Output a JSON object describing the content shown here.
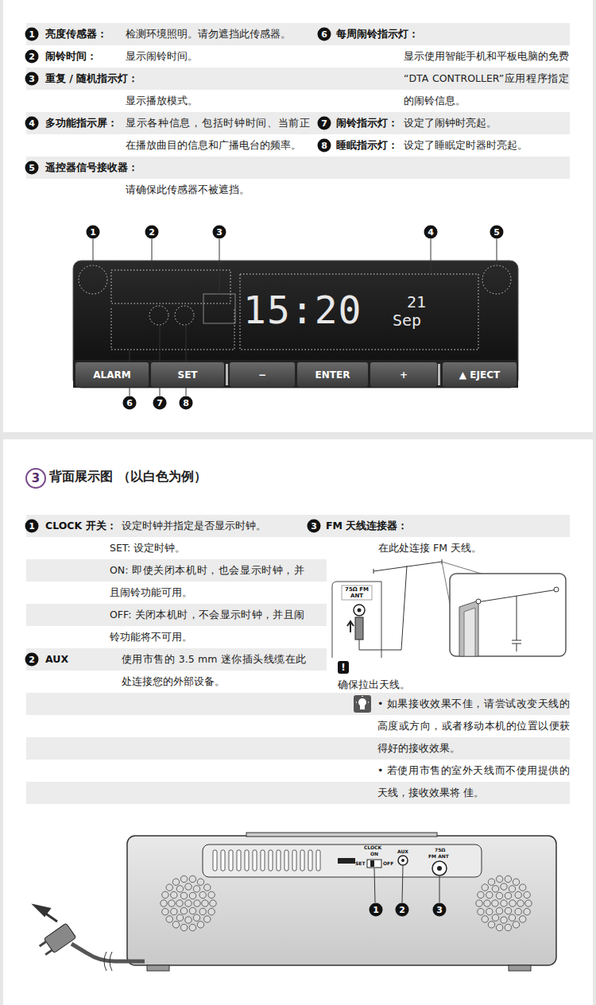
{
  "diagram": {
    "title": "背面展示图 （以白色为例）",
    "nodes": [
      {
        "text": [
          "ALARM"
        ]
      },
      {
        "text": [
          "SET"
        ]
      },
      {
        "text": [
          "−"
        ]
      },
      {
        "text": [
          "ENTER"
        ]
      },
      {
        "text": [
          "+"
        ]
      },
      {
        "text": [
          "▲ EJECT"
        ]
      }
    ],
    "labels": [
      "1",
      "亮度传感器：",
      "检测环境照明。请勿遮挡此传感器。",
      "2",
      "闹铃时间：",
      "显示闹铃时间。",
      "3",
      "重复 / 随机指示灯：",
      "显示播放模式。",
      "4",
      "多功能指示屏：",
      "显示各种信息，包括时钟时间、当前正在播放曲目的信息和广播电台的频率。",
      "5",
      "遥控器信号接收器：",
      "请确保此传感器不被遮挡。",
      "6",
      "每周闹铃指示灯：",
      "显示使用智能手机和平板电脑的免费“DTA CONTROLLER”应用程序指定的闹铃信息。",
      "7",
      "闹铃指示灯：",
      "设定了闹钟时亮起。",
      "8",
      "睡眠指示灯：",
      "设定了睡眠定时器时亮起。",
      "1",
      "2",
      "3",
      "4",
      "5",
      "6",
      "7",
      "8",
      "15:20",
      "21",
      "Sep",
      "3",
      "1",
      "CLOCK 开关：",
      "设定时钟并指定是否显示时钟。",
      "SET: 设定时钟。",
      "ON: 即使关闭本机时，也会显示时钟，并且闹铃功能可用。",
      "OFF: 关闭本机时，不会显示时钟，并且闹铃功能将不可用。",
      "2",
      "AUX",
      "使用市售的 3.5 mm 迷你插头线缆在此处连接您的外部设备。",
      "3",
      "FM 天线连接器：",
      "在此处连接 FM 天线。",
      "75Ω FM ANT",
      "确保拉出天线。",
      "• 如果接收效果不佳，请尝试改变天线的高度或方向，或者移动本机的位置以便获得好的接收效果。",
      "• 若使用市售的室外天线而不使用提供的天线，接收效果将 佳。",
      "CLOCK",
      "ON",
      "SET",
      "OFF",
      "AUX",
      "75Ω",
      "FM ANT",
      "1",
      "2",
      "3",
      "!"
    ]
  }
}
